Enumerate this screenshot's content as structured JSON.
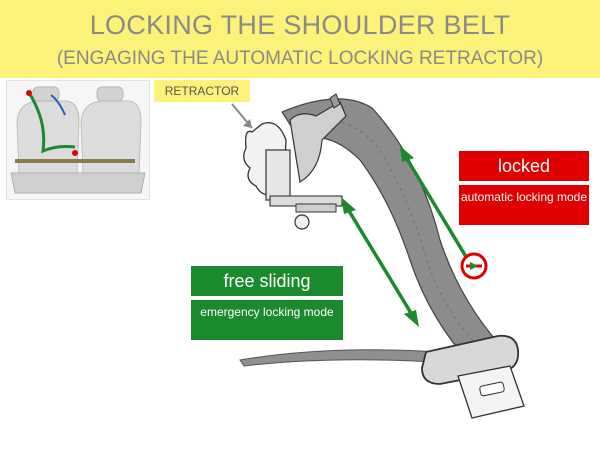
{
  "title": {
    "line1": "LOCKING THE SHOULDER BELT",
    "line2": "(ENGAGING THE AUTOMATIC LOCKING RETRACTOR)"
  },
  "labels": {
    "retractor": "RETRACTOR",
    "free_sliding": "free sliding",
    "emergency_locking_mode": "emergency locking mode",
    "locked": "locked",
    "automatic_locking_mode": "automatic locking mode"
  },
  "colors": {
    "banner": "#fbf27a",
    "green": "#1a8a2c",
    "red": "#e00000",
    "belt": "#8a8a8a"
  },
  "icons": {
    "stop_sign": "no-entry-icon",
    "arrow": "double-arrow-icon"
  }
}
